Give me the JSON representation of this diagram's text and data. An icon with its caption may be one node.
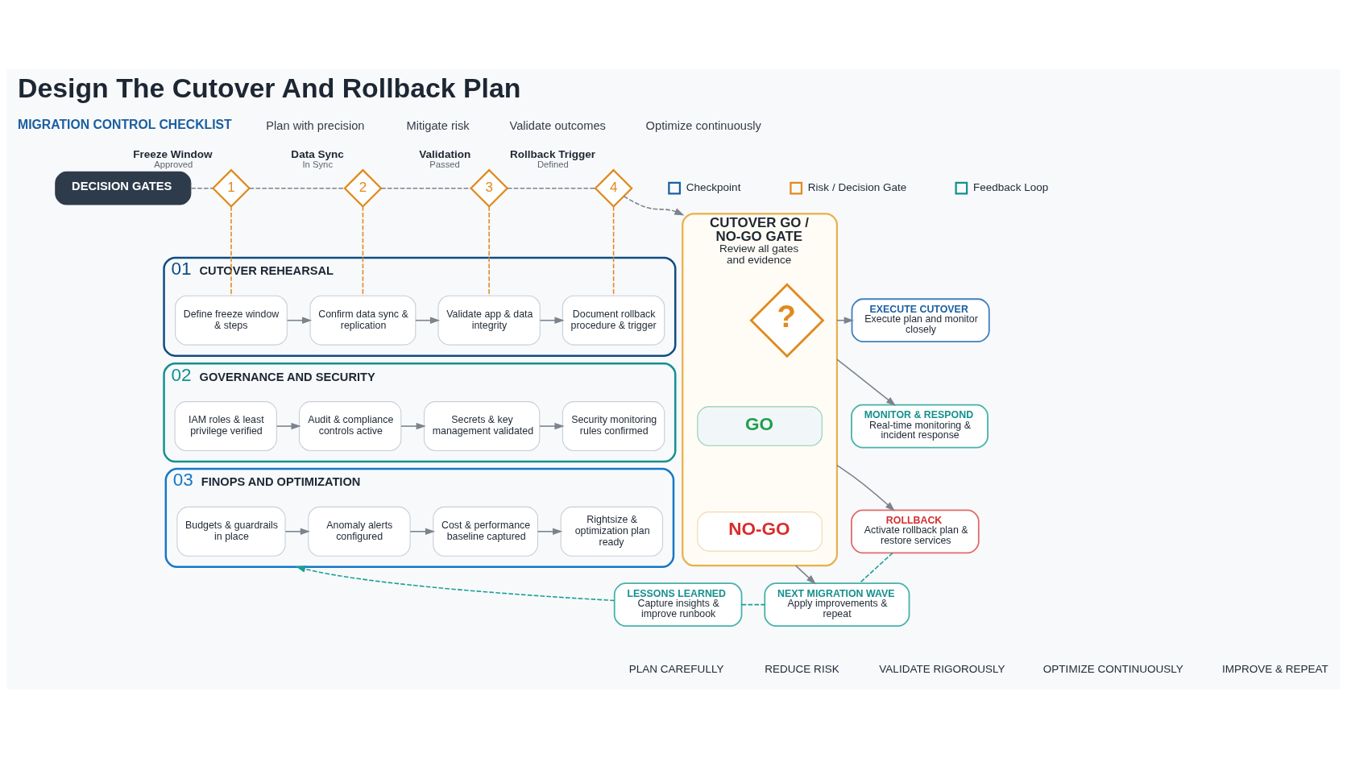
{
  "diagram": {
    "title": "Design The Cutover And Rollback Plan",
    "nodes": [
      {
        "text": [
          "DECISION GATES"
        ]
      },
      {
        "text": [
          "1"
        ],
        "beside": [
          "Freeze Window",
          "Approved"
        ]
      },
      {
        "text": [
          "2"
        ],
        "beside": [
          "Data Sync",
          "In Sync"
        ]
      },
      {
        "text": [
          "3"
        ],
        "beside": [
          "Validation",
          "Passed"
        ]
      },
      {
        "text": [
          "4"
        ],
        "beside": [
          "Rollback Trigger",
          "Defined"
        ]
      },
      {
        "text": [
          "01",
          "CUTOVER REHEARSAL"
        ]
      },
      {
        "text": [
          "Define freeze window & steps"
        ],
        "in": 5
      },
      {
        "text": [
          "Confirm data sync & replication"
        ],
        "in": 5
      },
      {
        "text": [
          "Validate app & data integrity"
        ],
        "in": 5
      },
      {
        "text": [
          "Document rollback procedure & trigger"
        ],
        "in": 5
      },
      {
        "text": [
          "02",
          "GOVERNANCE AND SECURITY"
        ]
      },
      {
        "text": [
          "IAM roles & least privilege verified"
        ],
        "in": 10
      },
      {
        "text": [
          "Audit & compliance controls active"
        ],
        "in": 10
      },
      {
        "text": [
          "Secrets & key management validated"
        ],
        "in": 10
      },
      {
        "text": [
          "Security monitoring rules confirmed"
        ],
        "in": 10
      },
      {
        "text": [
          "03",
          "FINOPS AND OPTIMIZATION"
        ]
      },
      {
        "text": [
          "Budgets & guardrails in place"
        ],
        "in": 15
      },
      {
        "text": [
          "Anomaly alerts configured"
        ],
        "in": 15
      },
      {
        "text": [
          "Cost & performance baseline captured"
        ],
        "in": 15
      },
      {
        "text": [
          "Rightsize & optimization plan ready"
        ],
        "in": 15
      },
      {
        "text": [
          "CUTOVER GO / NO-GO GATE",
          "Review all gates and evidence"
        ]
      },
      {
        "text": [
          "?"
        ],
        "in": 20
      },
      {
        "text": [
          "GO"
        ],
        "in": 20
      },
      {
        "text": [
          "NO-GO"
        ],
        "in": 20
      },
      {
        "text": [
          "EXECUTE CUTOVER",
          "Execute plan and monitor closely"
        ]
      },
      {
        "text": [
          "MONITOR & RESPOND",
          "Real-time monitoring & incident response"
        ]
      },
      {
        "text": [
          "ROLLBACK",
          "Activate rollback plan & restore services"
        ]
      },
      {
        "text": [
          "LESSONS LEARNED",
          "Capture insights & improve runbook"
        ]
      },
      {
        "text": [
          "NEXT MIGRATION WAVE",
          "Apply improvements & repeat"
        ]
      }
    ],
    "edges": [
      {
        "from": 0,
        "to": 1,
        "arrow": "none",
        "style": "dashed"
      },
      {
        "from": 1,
        "to": 2,
        "arrow": "none",
        "style": "dashed"
      },
      {
        "from": 2,
        "to": 3,
        "arrow": "none",
        "style": "dashed"
      },
      {
        "from": 3,
        "to": 4,
        "arrow": "none",
        "style": "dashed"
      },
      {
        "from": 4,
        "to": 20,
        "arrow": "to",
        "style": "dashed"
      },
      {
        "from": 1,
        "to": 6,
        "arrow": "none",
        "style": "dashed",
        "color": "#e08a1e"
      },
      {
        "from": 2,
        "to": 7,
        "arrow": "none",
        "style": "dashed",
        "color": "#e08a1e"
      },
      {
        "from": 3,
        "to": 8,
        "arrow": "none",
        "style": "dashed",
        "color": "#e08a1e"
      },
      {
        "from": 4,
        "to": 9,
        "arrow": "none",
        "style": "dashed",
        "color": "#e08a1e"
      },
      {
        "from": 6,
        "to": 7,
        "arrow": "to"
      },
      {
        "from": 7,
        "to": 8,
        "arrow": "to"
      },
      {
        "from": 8,
        "to": 9,
        "arrow": "to"
      },
      {
        "from": 11,
        "to": 12,
        "arrow": "to"
      },
      {
        "from": 12,
        "to": 13,
        "arrow": "to"
      },
      {
        "from": 13,
        "to": 14,
        "arrow": "to"
      },
      {
        "from": 16,
        "to": 17,
        "arrow": "to"
      },
      {
        "from": 17,
        "to": 18,
        "arrow": "to"
      },
      {
        "from": 18,
        "to": 19,
        "arrow": "to"
      },
      {
        "from": 20,
        "to": 24,
        "arrow": "to"
      },
      {
        "from": 20,
        "to": 25,
        "arrow": "to"
      },
      {
        "from": 20,
        "to": 26,
        "arrow": "to"
      },
      {
        "from": 20,
        "to": 28,
        "arrow": "to"
      },
      {
        "from": 26,
        "to": 28,
        "arrow": "none",
        "style": "dashed",
        "color": "#1a9e96"
      },
      {
        "from": 27,
        "to": 28,
        "arrow": "none",
        "style": "dashed",
        "color": "#1a9e96"
      },
      {
        "from": 27,
        "to": 15,
        "arrow": "to",
        "style": "dashed",
        "color": "#1a9e96"
      }
    ],
    "labels": [
      "MIGRATION CONTROL CHECKLIST",
      "Plan with precision",
      "Mitigate risk",
      "Validate outcomes",
      "Optimize continuously",
      "PLAN CAREFULLY",
      "REDUCE RISK",
      "VALIDATE RIGOROUSLY",
      "OPTIMIZE CONTINUOUSLY",
      "IMPROVE & REPEAT"
    ],
    "legend": [
      {
        "text": "Checkpoint"
      },
      {
        "text": "Risk / Decision Gate"
      },
      {
        "text": "Feedback Loop"
      }
    ]
  }
}
